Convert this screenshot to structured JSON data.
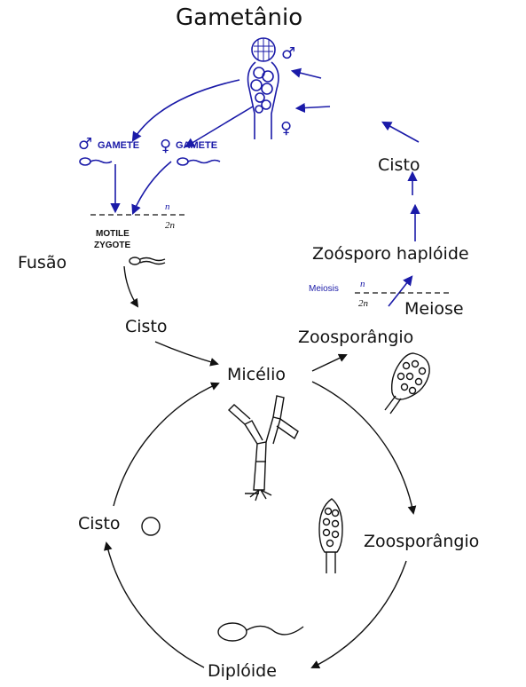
{
  "labels": {
    "gametanio": "Gametânio",
    "male_gamete": "GAMETE",
    "female_gamete": "GAMETE",
    "n_top": "n",
    "two_n_top": "2n",
    "motile": "MOTILE",
    "zygote": "ZYGOTE",
    "fusao": "Fusão",
    "cisto_left": "Cisto",
    "micelio": "Micélio",
    "cisto_upper_right": "Cisto",
    "zoosporo_haploide": "Zoósporo haplóide",
    "meiosis": "Meiosis",
    "n_meiosis": "n",
    "two_n_meiosis": "2n",
    "meiose": "Meiose",
    "zoosporangio_top": "Zoosporângio",
    "zoosporangio_right": "Zoosporângio",
    "cisto_lower_left": "Cisto",
    "diploide": "Diplóide"
  },
  "symbols": {
    "male": "♂",
    "female": "♀"
  },
  "colors": {
    "blue": "#1a1aa8",
    "black": "#111111"
  }
}
